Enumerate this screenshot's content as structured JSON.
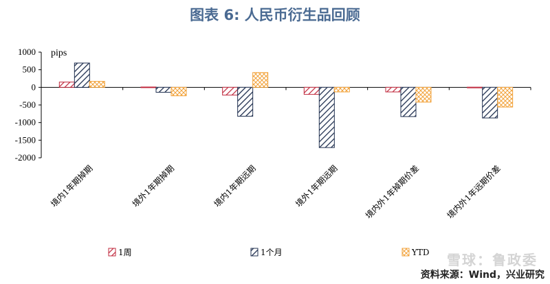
{
  "title": "图表 6: 人民币衍生品回顾",
  "source": "资料来源：Wind，兴业研究",
  "watermark": "雪球：鲁政委",
  "chart_data": {
    "type": "bar",
    "unit_label": "pips",
    "categories": [
      "境内1年期掉期",
      "境外1年期掉期",
      "境内1年期远期",
      "境外1年期远期",
      "境内外1年掉期价差",
      "境内外1年远期价差"
    ],
    "series": [
      {
        "name": "1周",
        "values": [
          150,
          10,
          -220,
          -200,
          -130,
          5
        ],
        "color": "#c0283c",
        "pattern": "diag-red"
      },
      {
        "name": "1个月",
        "values": [
          690,
          -140,
          -820,
          -1710,
          -830,
          -870
        ],
        "color": "#1f2f4f",
        "pattern": "diag-navy"
      },
      {
        "name": "YTD",
        "values": [
          170,
          -240,
          420,
          -130,
          -420,
          -560
        ],
        "color": "#f2a23a",
        "pattern": "cross-orange"
      }
    ],
    "ylim": [
      -2000,
      1000
    ],
    "yticks": [
      1000,
      500,
      0,
      -500,
      -1000,
      -1500,
      -2000
    ],
    "legend_position": "bottom"
  }
}
